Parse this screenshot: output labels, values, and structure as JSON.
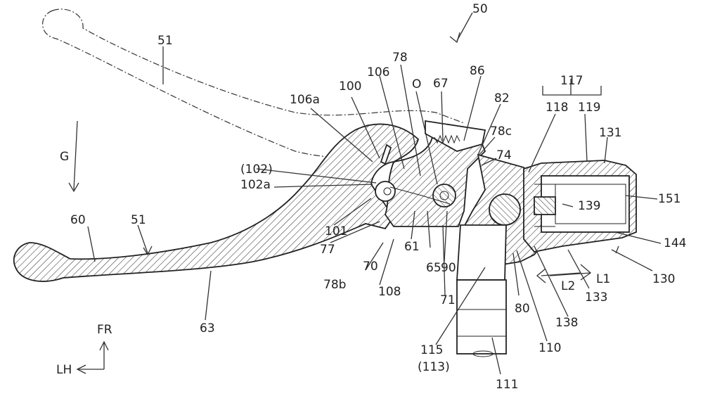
{
  "figure": {
    "labels": {
      "l50": "50",
      "l51a": "51",
      "l51b": "51",
      "lG": "G",
      "l60": "60",
      "l63": "63",
      "l100": "100",
      "l106a": "106a",
      "l102p": "(102)",
      "l102a": "102a",
      "l101": "101",
      "l77": "77",
      "l70": "70",
      "l78b": "78b",
      "l108": "108",
      "l61": "61",
      "l65": "65",
      "l71": "71",
      "l90": "90",
      "l78": "78",
      "l106": "106",
      "lO": "O",
      "l67": "67",
      "l86": "86",
      "l82": "82",
      "l78c": "78c",
      "l74": "74",
      "l117": "117",
      "l118": "118",
      "l119": "119",
      "l131": "131",
      "l151": "151",
      "l139": "139",
      "l144": "144",
      "l130": "130",
      "lL1": "L1",
      "lL2": "L2",
      "l133": "133",
      "l138": "138",
      "l110": "110",
      "l80": "80",
      "l115": "115",
      "l113": "(113)",
      "l111": "111",
      "lFR": "FR",
      "lLH": "LH"
    }
  }
}
